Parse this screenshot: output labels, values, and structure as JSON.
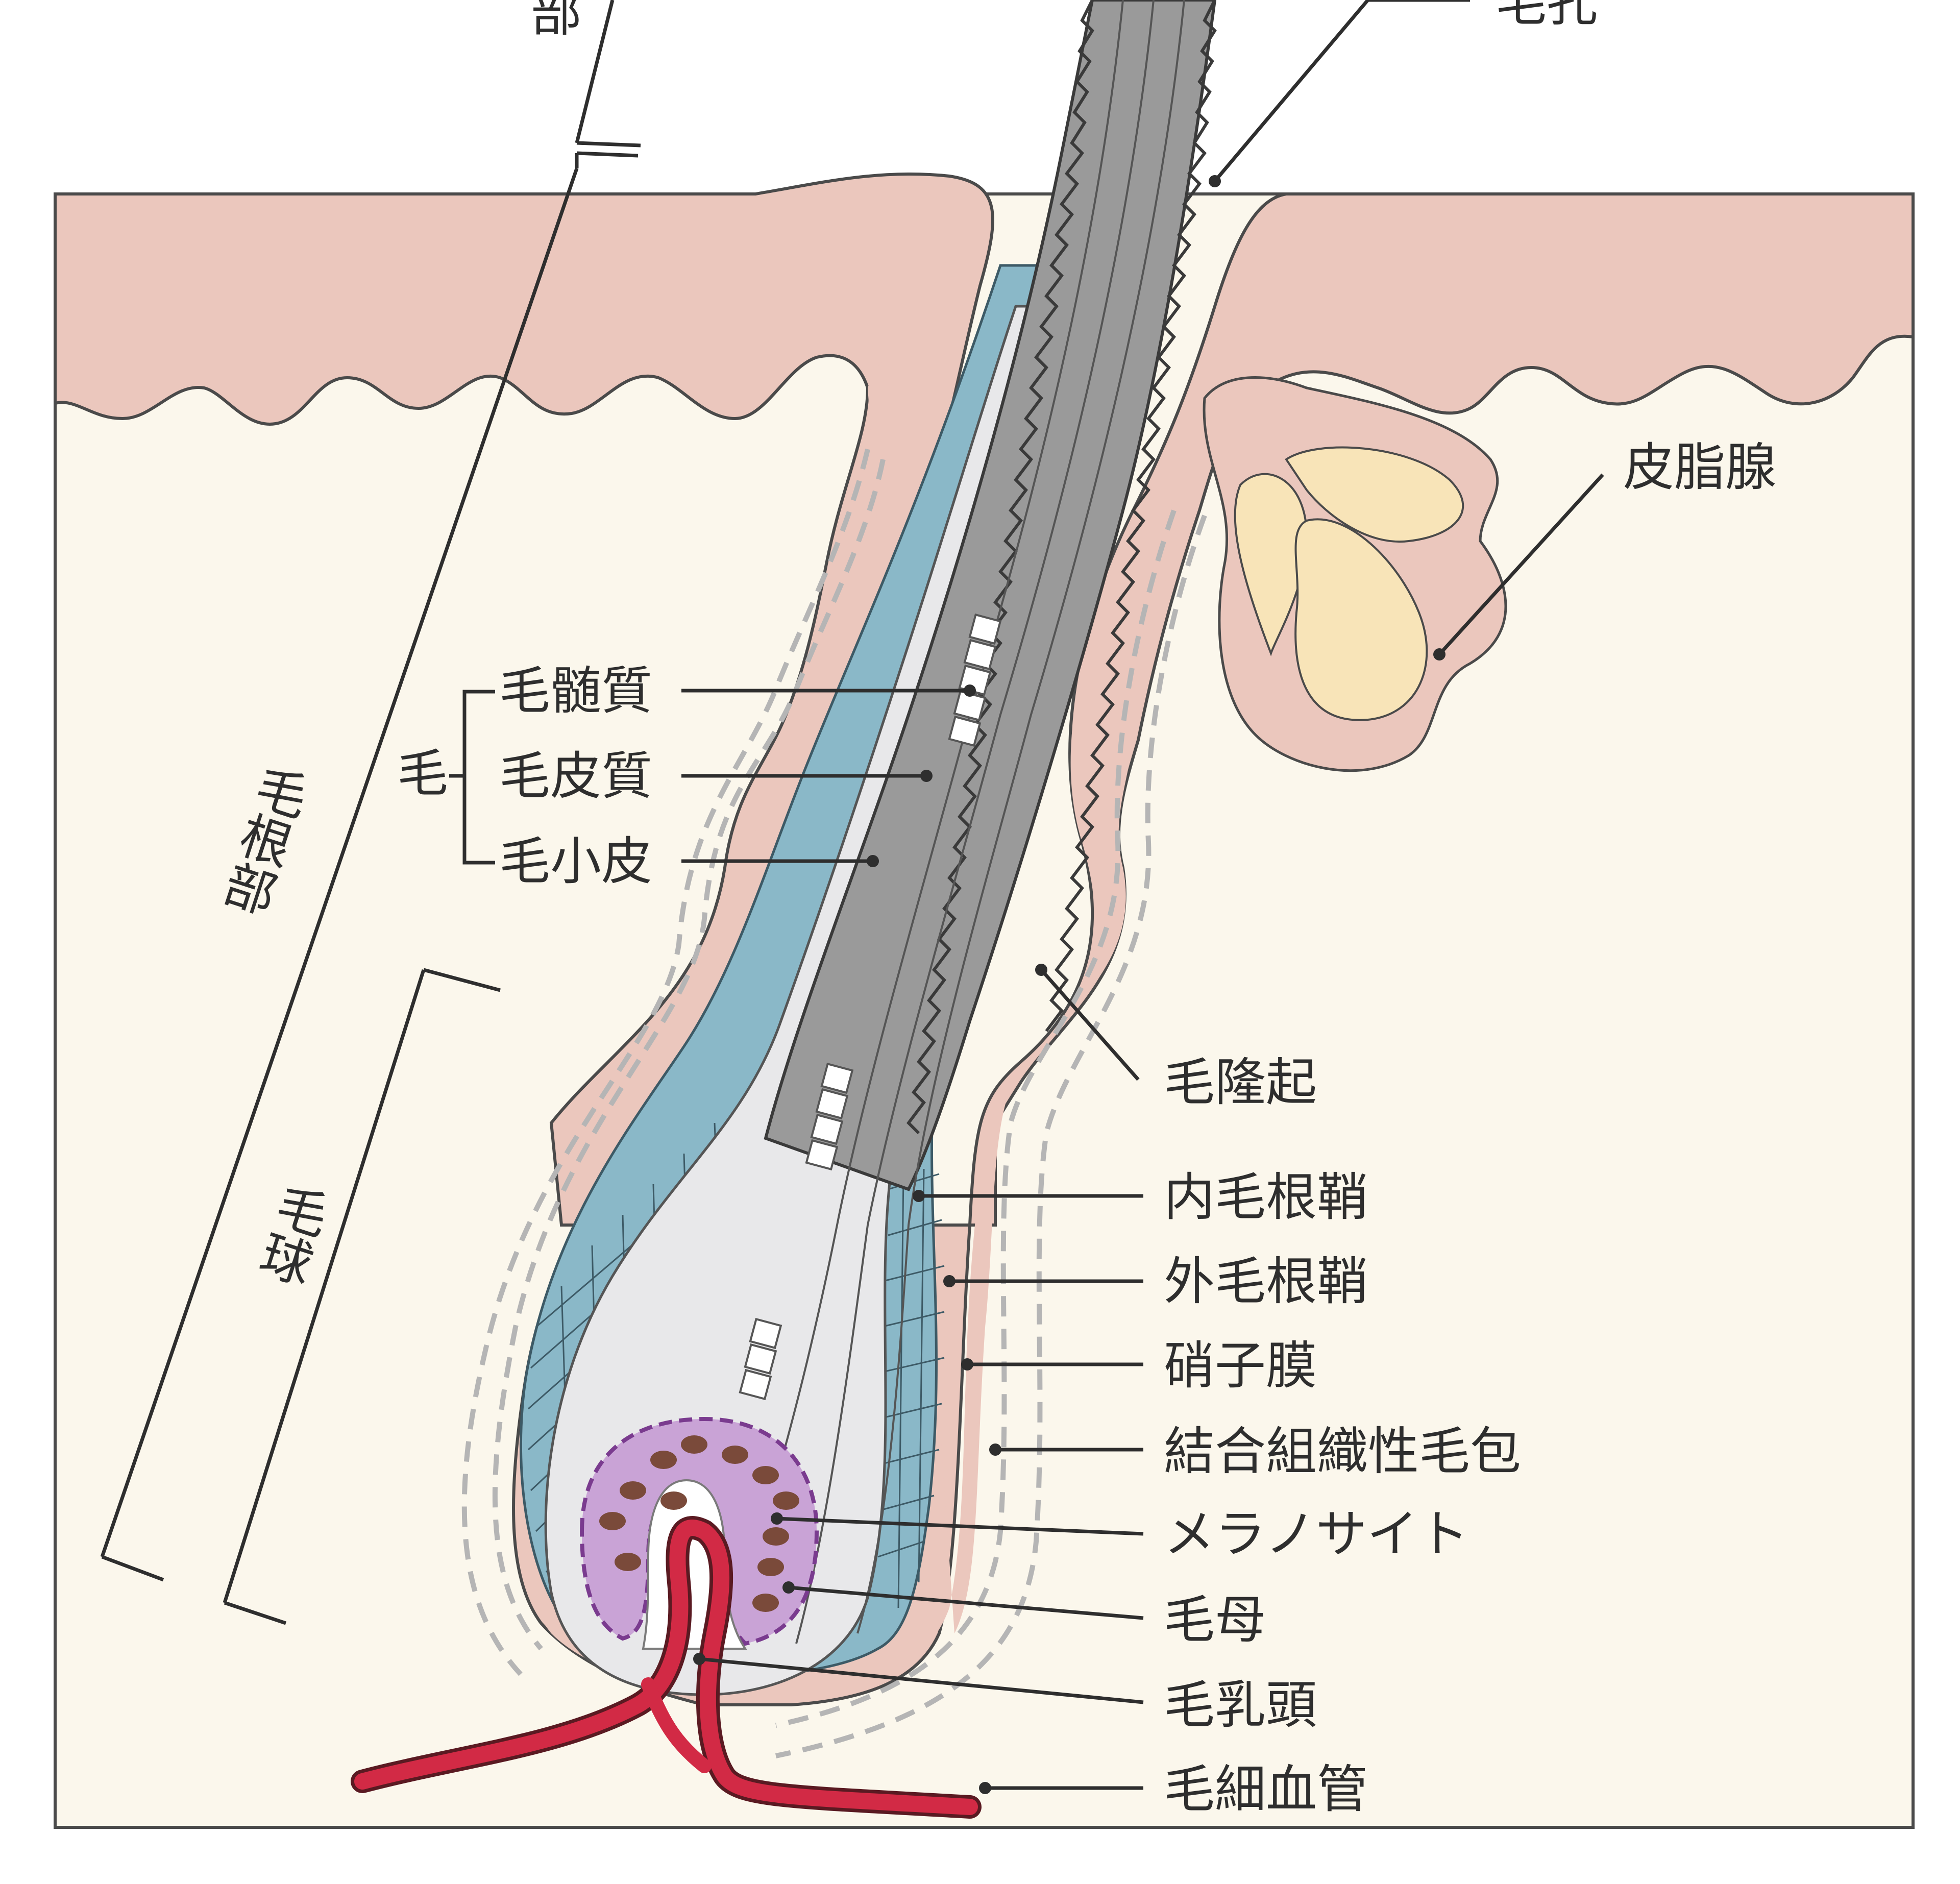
{
  "colors": {
    "skin": "#ebc7bd",
    "dermis": "#fbf7ec",
    "hair_shaft": "#9a9a9a",
    "inner_root_sheath": "#8ab8c8",
    "sebaceous_gland": "#f8e4b8",
    "hair_matrix": "#c9a3d6",
    "dermal_papilla": "#ffffff",
    "capillary": "#d22a45",
    "melanocyte": "#7a4a3a",
    "connective_tissue_sheath": "#b5b5b5",
    "text": "#2e2e2e"
  },
  "labels": {
    "pore": "毛孔",
    "sebaceous_gland": "皮脂腺",
    "medulla": "毛髄質",
    "cortex": "毛皮質",
    "cuticle": "毛小皮",
    "hair": "毛",
    "bulge": "毛隆起",
    "inner_root_sheath": "内毛根鞘",
    "outer_root_sheath": "外毛根鞘",
    "glassy_membrane": "硝子膜",
    "connective_tissue_follicle": "結合組織性毛包",
    "melanocyte": "メラノサイト",
    "hair_matrix": "毛母",
    "dermal_papilla": "毛乳頭",
    "capillary": "毛細血管",
    "root_part": "毛根部",
    "hair_bulb": "毛球",
    "shaft_part_partial": "部"
  }
}
